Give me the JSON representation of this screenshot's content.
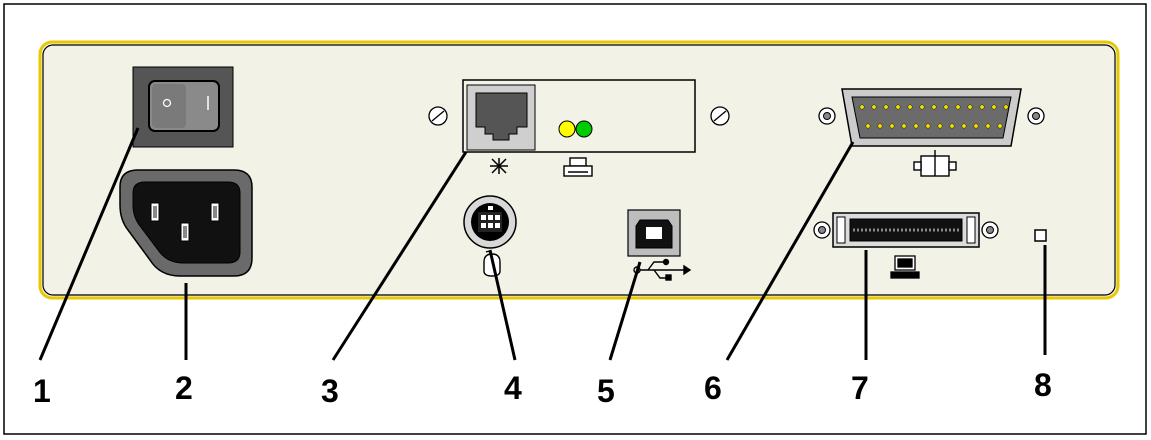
{
  "colors": {
    "panel_fill": "#f2f2e6",
    "panel_border": "#e8c800",
    "led_yellow": "#ffff00",
    "led_green": "#00cc00",
    "pin_yellow": "#f0e000",
    "switch_body": "#555555",
    "outline": "#000000"
  },
  "components": [
    {
      "callout": "1",
      "name": "power-switch",
      "icon": "rocker-switch-icon"
    },
    {
      "callout": "2",
      "name": "power-inlet",
      "icon": "iec-power-inlet-icon"
    },
    {
      "callout": "3",
      "name": "network-card",
      "icon": "ethernet-port-icon"
    },
    {
      "callout": "4",
      "name": "mini-din-port",
      "icon": "mini-din-icon"
    },
    {
      "callout": "5",
      "name": "usb-port",
      "icon": "usb-b-port-icon"
    },
    {
      "callout": "6",
      "name": "parallel-port",
      "icon": "db25-connector-icon"
    },
    {
      "callout": "7",
      "name": "centronics-port",
      "icon": "centronics-connector-icon"
    },
    {
      "callout": "8",
      "name": "indicator-square",
      "icon": "small-square-icon"
    }
  ]
}
